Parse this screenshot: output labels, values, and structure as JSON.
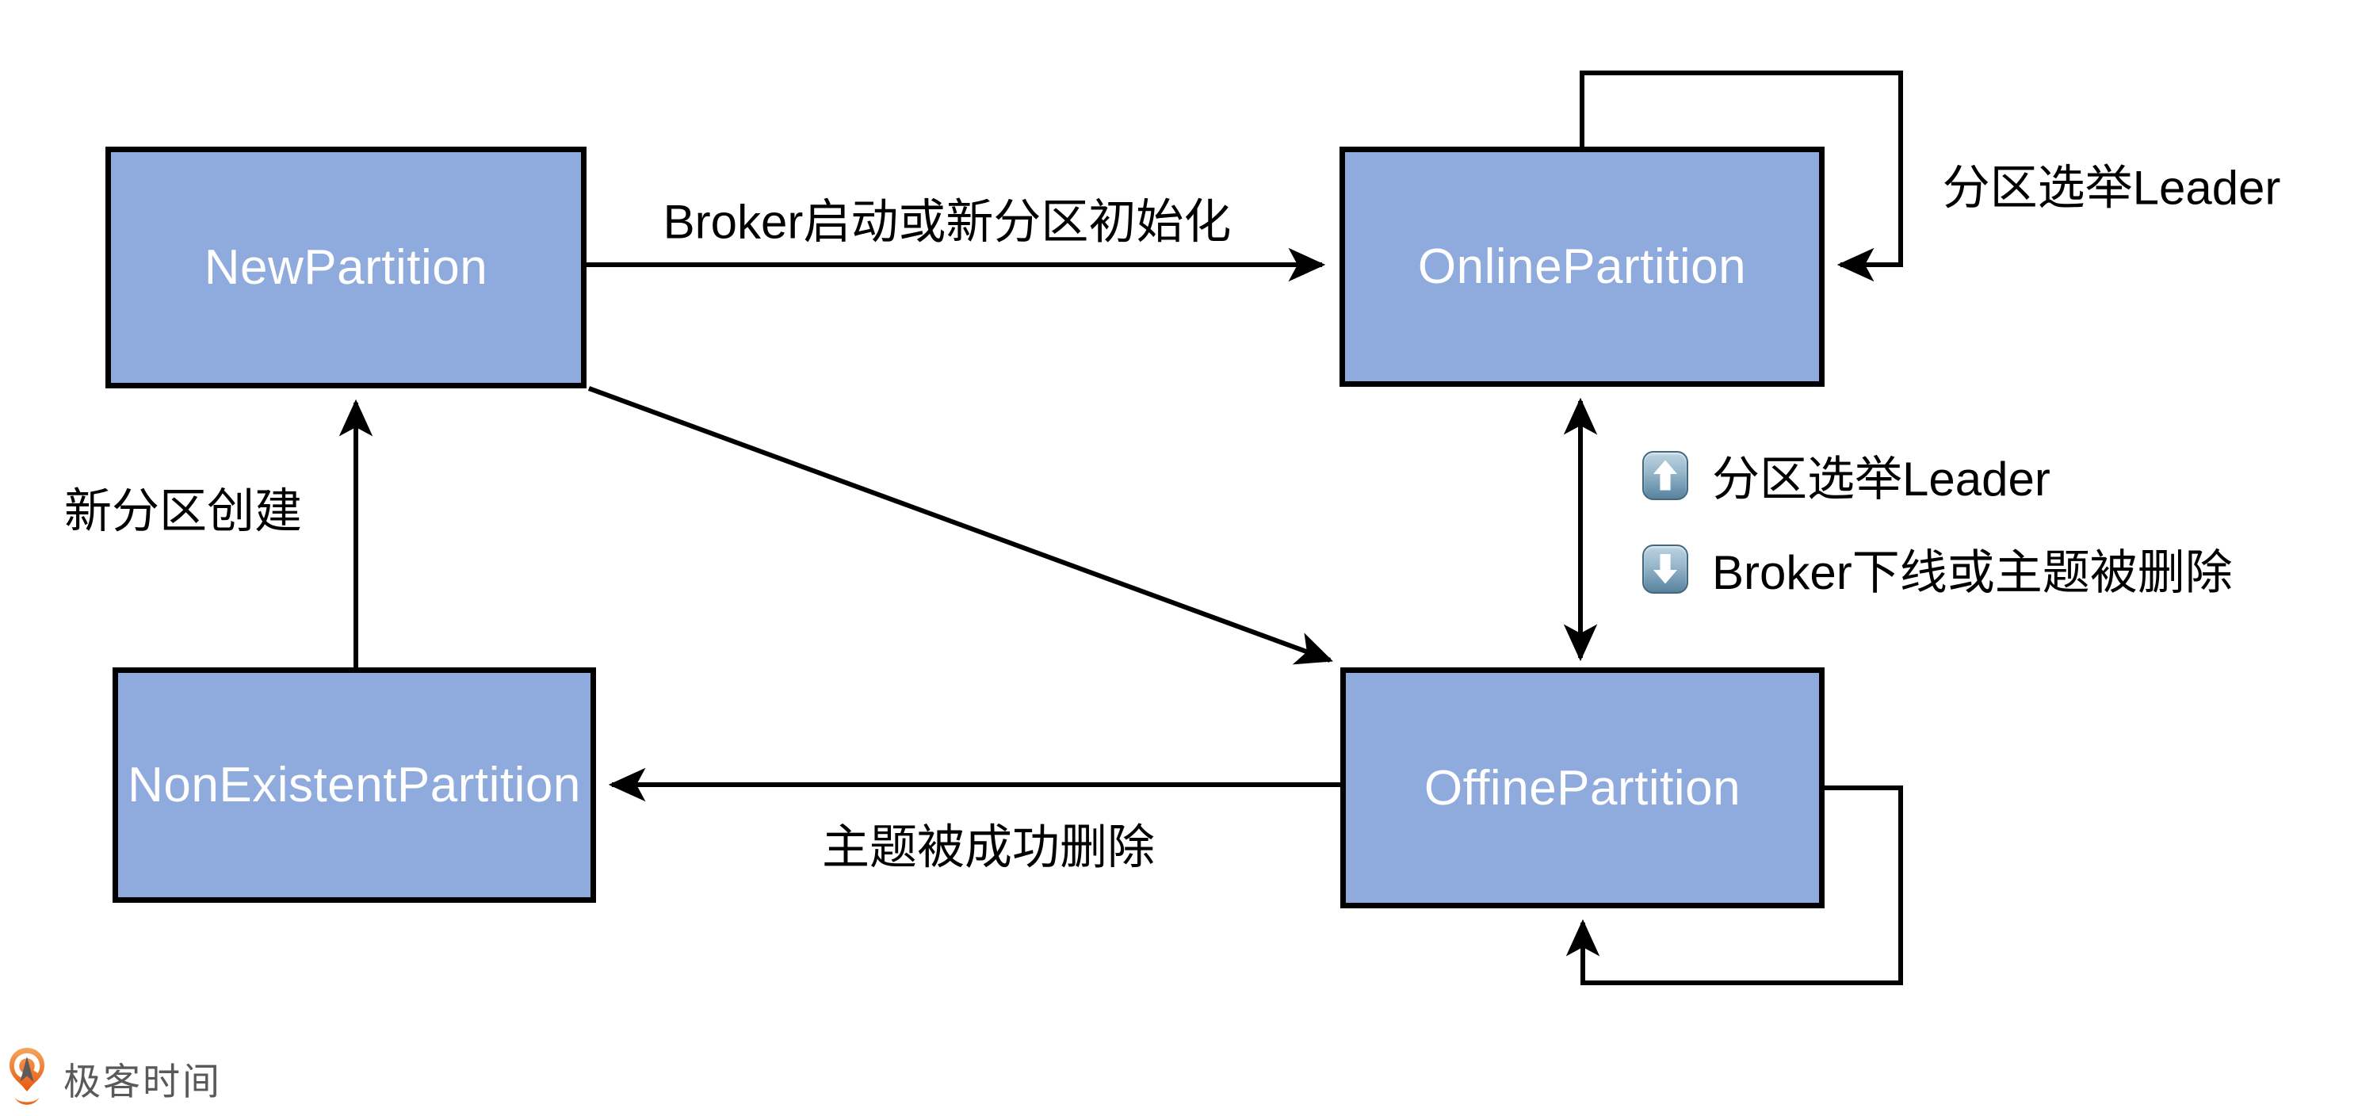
{
  "diagram_title": "Kafka partition state machine",
  "colors": {
    "node_fill": "#8FAADC",
    "node_border": "#000000",
    "node_text": "#FFFFFF",
    "edge_line": "#000000",
    "label_text": "#000000",
    "emoji_badge_blue": "#6F97B1",
    "logo_orange": "#EC6218",
    "brand_text_gray": "#595959"
  },
  "nodes": {
    "new_partition": {
      "label": "NewPartition"
    },
    "online_partition": {
      "label": "OnlinePartition"
    },
    "nonexistent_partition": {
      "label": "NonExistentPartition"
    },
    "offine_partition": {
      "label": "OffinePartition"
    }
  },
  "edges": [
    {
      "from": "NewPartition",
      "to": "OnlinePartition",
      "label": "Broker启动或新分区初始化",
      "type": "arrow"
    },
    {
      "from": "OnlinePartition",
      "to": "OnlinePartition",
      "label": "分区选举Leader",
      "type": "self-loop"
    },
    {
      "from": "OnlinePartition",
      "to": "OffinePartition",
      "label": "",
      "type": "double-arrow"
    },
    {
      "from": "NewPartition",
      "to": "OffinePartition",
      "label": "",
      "type": "arrow"
    },
    {
      "from": "NonExistentPartition",
      "to": "NewPartition",
      "label": "新分区创建",
      "type": "arrow"
    },
    {
      "from": "OffinePartition",
      "to": "NonExistentPartition",
      "label": "主题被成功删除",
      "type": "arrow"
    },
    {
      "from": "OffinePartition",
      "to": "OffinePartition",
      "label": "",
      "type": "self-loop"
    }
  ],
  "edge_labels": {
    "new_to_online": "Broker启动或新分区初始化",
    "online_self_loop": "分区选举Leader",
    "nonexistent_to_new": "新分区创建",
    "offine_to_nonexistent": "主题被成功删除"
  },
  "legend": {
    "up": {
      "icon": "up-arrow-emoji",
      "text": "分区选举Leader"
    },
    "down": {
      "icon": "down-arrow-emoji",
      "text": "Broker下线或主题被删除"
    }
  },
  "footer": {
    "brand": "极客时间"
  }
}
